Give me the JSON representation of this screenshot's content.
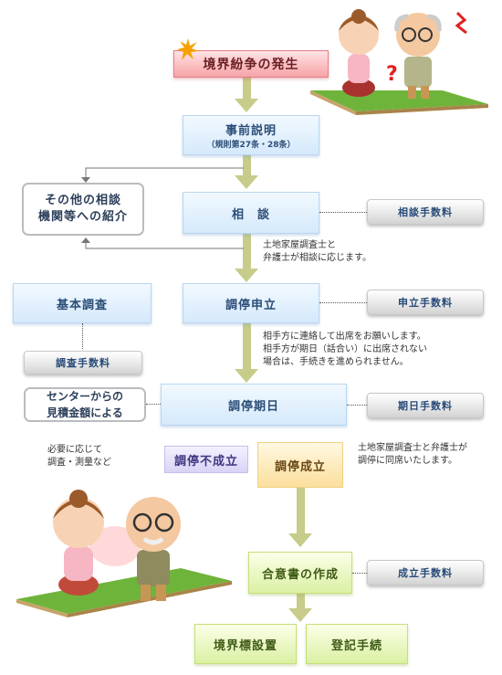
{
  "steps": {
    "dispute": "境界紛争の発生",
    "prior_explanation": "事前説明",
    "prior_explanation_sub": "（規則第27条・28条）",
    "consultation": "相　談",
    "mediation_application": "調停申立",
    "mediation_date": "調停期日",
    "mediation_failed": "調停不成立",
    "mediation_success": "調停成立",
    "agreement": "合意書の作成",
    "boundary_marker": "境界標設置",
    "registration": "登記手続"
  },
  "side": {
    "referral_line1": "その他の相談",
    "referral_line2": "機関等への紹介",
    "basic_survey": "基本調査",
    "estimate_line1": "センターからの",
    "estimate_line2": "見積金額による"
  },
  "fees": {
    "consultation_fee": "相談手数料",
    "application_fee": "申立手数料",
    "survey_fee": "調査手数料",
    "date_fee": "期日手数料",
    "success_fee": "成立手数料"
  },
  "notes": {
    "consult_note_1": "土地家屋調査士と",
    "consult_note_2": "弁護士が相談に応じます。",
    "apply_note_1": "相手方に連絡して出席をお願いします。",
    "apply_note_2": "相手方が期日（話合い）に出席されない",
    "apply_note_3": "場合は、手続きを進められません。",
    "survey_note_1": "必要に応じて",
    "survey_note_2": "調査・測量など",
    "success_note_1": "土地家屋調査士と弁護士が",
    "success_note_2": "調停に同席いたします。"
  },
  "colors": {
    "flow_arrow": "#c7cc8a",
    "step_blue": "#d5e9fb",
    "dispute_red": "#f7a3a8",
    "success_orange": "#fbdf9c",
    "final_green": "#dbf0a3"
  }
}
